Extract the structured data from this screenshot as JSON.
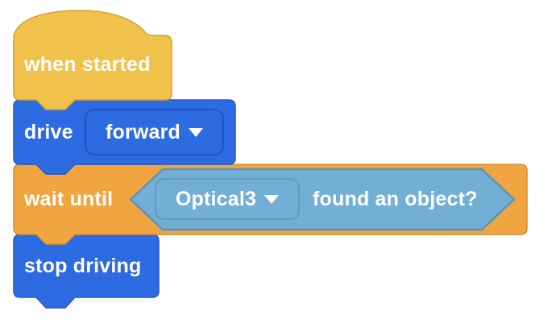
{
  "workspace": {
    "background": "#ffffff",
    "text_color": "#ffffff"
  },
  "palette": {
    "events_fill": "#F0C24C",
    "events_border": "#D0A139",
    "drivetrain_fill": "#2D6BE3",
    "drivetrain_border": "#2459C8",
    "drivetrain_dropdown_border": "#2153BE",
    "control_fill": "#F0A541",
    "control_border": "#D68E2F",
    "sensing_fill": "#73AFD5",
    "sensing_border": "#5C93B6",
    "sensing_dropdown_border": "#609BC2"
  },
  "blocks": {
    "when_started": {
      "label": "when started"
    },
    "drive": {
      "label": "drive",
      "direction_dropdown": {
        "value": "forward"
      }
    },
    "wait_until": {
      "label": "wait until"
    },
    "optical_condition": {
      "sensor_dropdown": {
        "value": "Optical3"
      },
      "label": "found an object?"
    },
    "stop_driving": {
      "label": "stop driving"
    }
  }
}
